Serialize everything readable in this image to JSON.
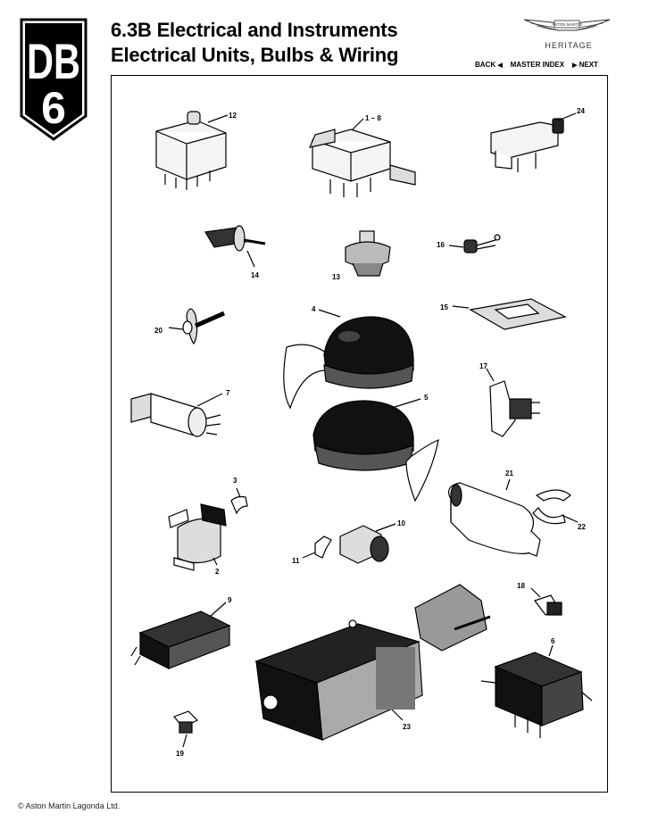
{
  "logo": {
    "text_top": "DB",
    "text_bottom": "6"
  },
  "header": {
    "title_line1": "6.3B Electrical and Instruments",
    "title_line2": "Electrical Units, Bulbs & Wiring"
  },
  "brand": {
    "name": "ASTON MARTIN",
    "subtitle": "HERITAGE"
  },
  "nav": {
    "back": "BACK",
    "master_index": "MASTER INDEX",
    "next": "NEXT"
  },
  "callouts": {
    "c12": "12",
    "c1_8": "1 – 8",
    "c24": "24",
    "c14": "14",
    "c13": "13",
    "c16": "16",
    "c20": "20",
    "c4": "4",
    "c15": "15",
    "c7": "7",
    "c17": "17",
    "c5": "5",
    "c3": "3",
    "c21": "21",
    "c22": "22",
    "c10": "10",
    "c11": "11",
    "c2": "2",
    "c18": "18",
    "c9": "9",
    "c6": "6",
    "c23": "23",
    "c19": "19"
  },
  "footer": {
    "copyright": "© Aston Martin Lagonda Ltd."
  }
}
